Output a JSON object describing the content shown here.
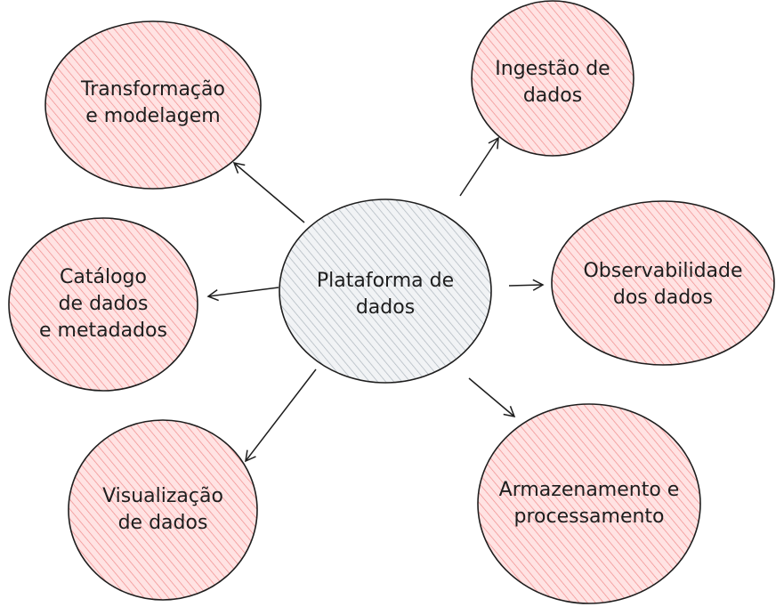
{
  "center": {
    "label_line1": "Plataforma de",
    "label_line2": "dados"
  },
  "nodes": [
    {
      "id": "transformacao",
      "line1": "Transformação",
      "line2": "e modelagem"
    },
    {
      "id": "ingestao",
      "line1": "Ingestão de",
      "line2": "dados"
    },
    {
      "id": "observabilidade",
      "line1": "Observabilidade",
      "line2": "dos dados"
    },
    {
      "id": "catalogo",
      "line1": "Catálogo",
      "line2": "de dados",
      "line3": "e metadados"
    },
    {
      "id": "visualizacao",
      "line1": "Visualização",
      "line2": "de dados"
    },
    {
      "id": "armazenamento",
      "line1": "Armazenamento e",
      "line2": "processamento"
    }
  ],
  "colors": {
    "node_fill": "#ffc9c9",
    "node_hatch": "#e03131",
    "center_fill": "#e9ecef",
    "center_hatch": "#868e96",
    "stroke": "#1e1e1e"
  }
}
